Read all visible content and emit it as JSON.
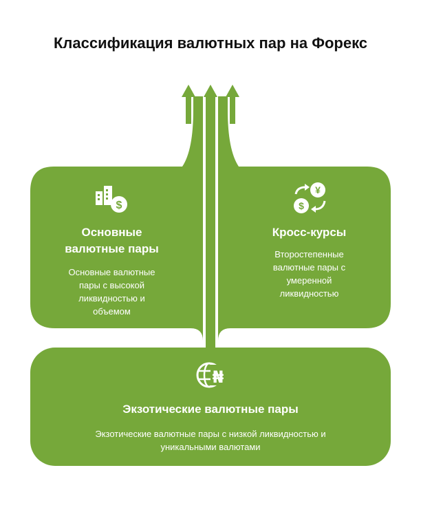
{
  "title": "Классификация валютных пар на Форекс",
  "colors": {
    "fill": "#76a83a",
    "text": "#ffffff"
  },
  "major": {
    "icon": "buildings-dollar-icon",
    "heading_1": "Основные",
    "heading_2": "валютные пары",
    "desc_1": "Основные валютные",
    "desc_2": "пары с высокой",
    "desc_3": "ликвидностью и",
    "desc_4": "объемом"
  },
  "cross": {
    "icon": "currency-exchange-icon",
    "heading": "Кросс-курсы",
    "desc_1": "Второстепенные",
    "desc_2": "валютные пары с",
    "desc_3": "умеренной",
    "desc_4": "ликвидностью"
  },
  "exotic": {
    "icon": "globe-naira-icon",
    "heading": "Экзотические валютные пары",
    "desc_1": "Экзотические валютные пары с низкой ликвидностью и",
    "desc_2": "уникальными валютами"
  }
}
